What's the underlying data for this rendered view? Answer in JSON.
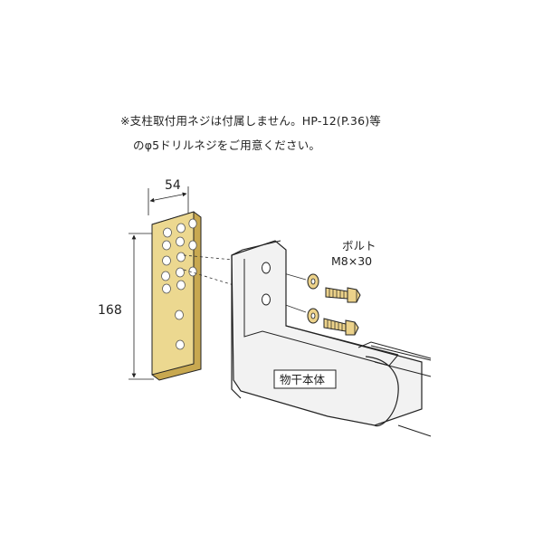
{
  "note": {
    "line1": "※支柱取付用ネジは付属しません。HP-12(P.36)等",
    "line2": "のφ5ドリルネジをご用意ください。"
  },
  "dimensions": {
    "width": "54",
    "height": "168"
  },
  "labels": {
    "bolt": "ボルト",
    "bolt_size": "M8×30",
    "body": "物干本体"
  },
  "colors": {
    "plate": "#ecd890",
    "plate_edge": "#c8a850",
    "bolt": "#ecd28a",
    "washer": "#ecd28a",
    "bracket": "#f2f2f2",
    "stroke": "#222222"
  }
}
